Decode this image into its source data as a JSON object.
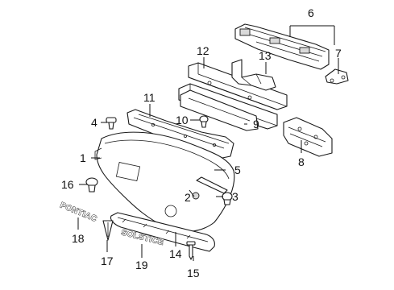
{
  "callouts": [
    {
      "n": "1"
    },
    {
      "n": "2"
    },
    {
      "n": "3"
    },
    {
      "n": "4"
    },
    {
      "n": "5"
    },
    {
      "n": "6"
    },
    {
      "n": "7"
    },
    {
      "n": "8"
    },
    {
      "n": "9"
    },
    {
      "n": "10"
    },
    {
      "n": "11"
    },
    {
      "n": "12"
    },
    {
      "n": "13"
    },
    {
      "n": "14"
    },
    {
      "n": "15"
    },
    {
      "n": "16"
    },
    {
      "n": "17"
    },
    {
      "n": "18"
    },
    {
      "n": "19"
    }
  ],
  "emblems": {
    "pontiac": "PONTIAC",
    "solstice": "SOLSTICE"
  }
}
